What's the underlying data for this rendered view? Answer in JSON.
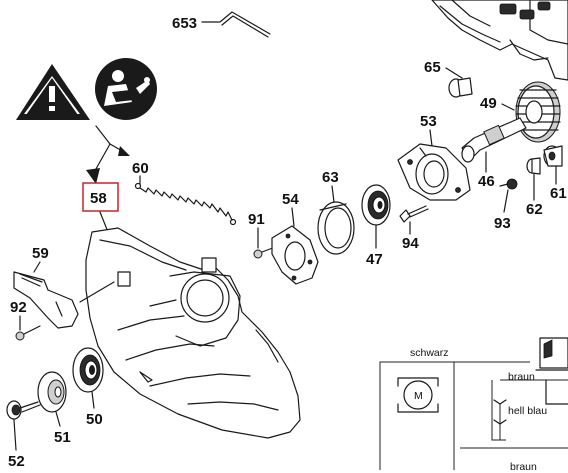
{
  "highlight_color": "#c0272d",
  "icons": [
    "warning-triangle-icon",
    "read-manual-icon"
  ],
  "part_numbers": {
    "p653": "653",
    "p65": "65",
    "p49": "49",
    "p53": "53",
    "p60": "60",
    "p63": "63",
    "p46": "46",
    "p61": "61",
    "p58": "58",
    "p54": "54",
    "p91": "91",
    "p93": "93",
    "p62": "62",
    "p94": "94",
    "p47": "47",
    "p59": "59",
    "p92": "92",
    "p50": "50",
    "p51": "51",
    "p52": "52"
  },
  "motor_symbol": "M",
  "wire_labels": {
    "schwarz": "schwarz",
    "braun_top": "braun",
    "hell_blau": "hell blau",
    "braun_bottom": "braun"
  }
}
